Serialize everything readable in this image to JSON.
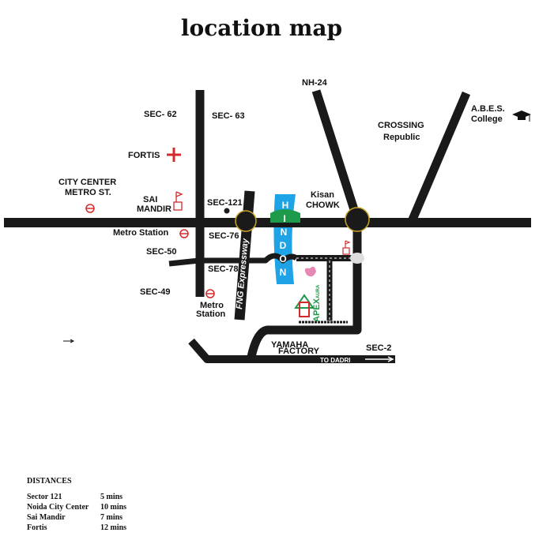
{
  "title": "location map",
  "labels": {
    "sec62": "SEC- 62",
    "sec63": "SEC- 63",
    "fortis": "FORTIS",
    "city_center_1": "CITY CENTER",
    "city_center_2": "METRO ST.",
    "sai_mandir_1": "SAI",
    "sai_mandir_2": "MANDIR",
    "sec121": "SEC-121",
    "metro_station": "Metro Station",
    "sec76": "SEC-76",
    "sec50": "SEC-50",
    "sec78": "SEC-78",
    "sec49": "SEC-49",
    "metro2_1": "Metro",
    "metro2_2": "Station",
    "fng": "FNG Expressway",
    "river": [
      "H",
      "I",
      "N",
      "D",
      "O",
      "N"
    ],
    "nh24": "NH-24",
    "kisan_1": "Kisan",
    "kisan_2": "CHOWK",
    "crossing_1": "CROSSING",
    "crossing_2": "Republic",
    "abes_1": "A.B.E.S.",
    "abes_2": "College",
    "yamaha_1": "YAMAHA",
    "yamaha_2": "FACTORY",
    "sec2": "SEC-2",
    "dadri": "TO DADRI",
    "apex": "APEX",
    "aura": "AURA"
  },
  "colors": {
    "road": "#1a1a1a",
    "river": "#1ea3e6",
    "bridge": "#1d9a4a",
    "ring": "#c9a227",
    "marker": "#d42a2a"
  },
  "distances": {
    "heading": "DISTANCES",
    "rows": [
      {
        "place": "Sector 121",
        "time": "5 mins"
      },
      {
        "place": "Noida City Center",
        "time": "10 mins"
      },
      {
        "place": "Sai Mandir",
        "time": "7 mins"
      },
      {
        "place": "Fortis",
        "time": "12 mins"
      }
    ]
  }
}
